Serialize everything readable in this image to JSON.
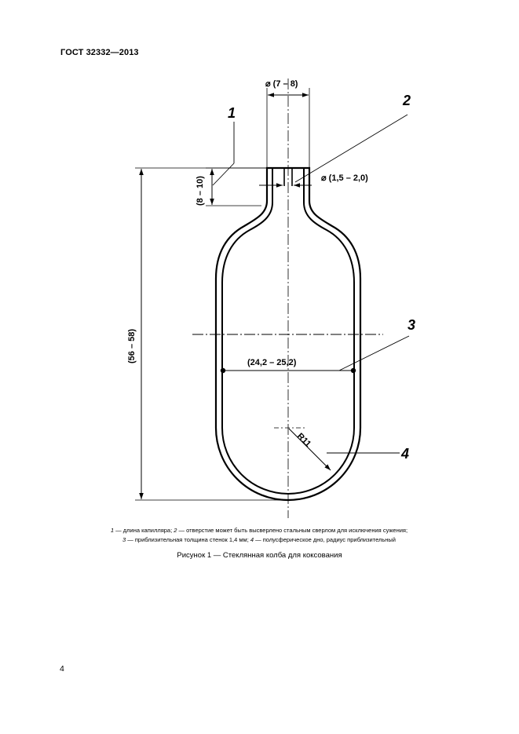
{
  "document": {
    "header": "ГОСТ 32332—2013",
    "page_number": "4"
  },
  "figure": {
    "dimensions": {
      "top_diameter": "⌀ (7 – 8)",
      "hole_diameter": "⌀ (1,5 – 2,0)",
      "capillary_length": "(8 – 10)",
      "total_height": "(56 – 58)",
      "body_width": "(24,2 – 25,2)",
      "radius": "R11"
    },
    "callouts": [
      "1",
      "2",
      "3",
      "4"
    ],
    "legend": {
      "n1": "1",
      "t1": " — длина капилляра; ",
      "n2": "2",
      "t2": " — отверстие может быть высверлено стальным сверлом для исключения сужения;",
      "n3": "3",
      "t3": " — приблизительная толщина стенок 1,4 мм; ",
      "n4": "4",
      "t4": " — полусферическое дно, радиус приблизительный"
    },
    "caption": "Рисунок 1 — Стеклянная колба для коксования"
  }
}
